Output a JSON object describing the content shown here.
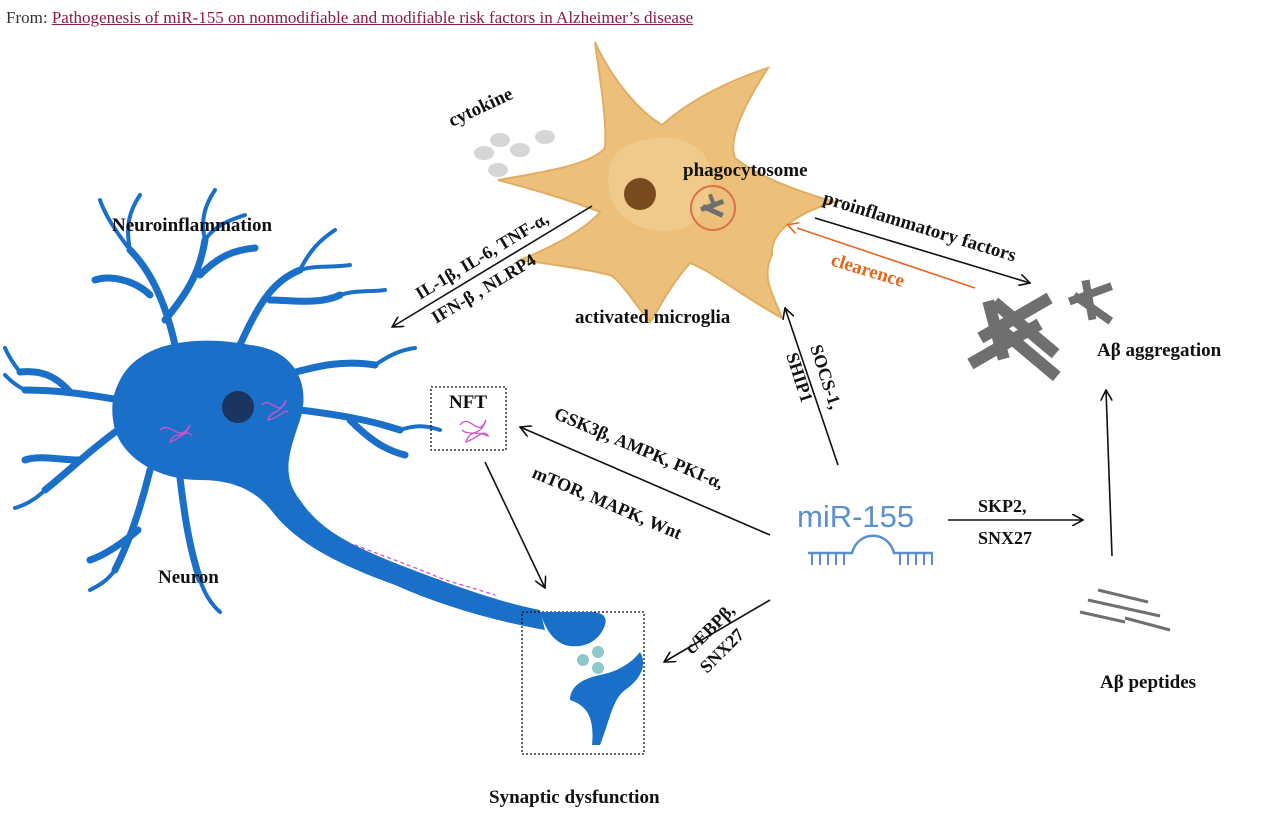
{
  "header": {
    "from_label": "From:",
    "article_title": "Pathogenesis of miR-155 on nonmodifiable and modifiable risk factors in Alzheimer’s disease"
  },
  "colors": {
    "neuron": "#1a6fc8",
    "microglia": "#ecc07a",
    "tangle": "#cc55cc",
    "amyloid": "#6f6f6f",
    "clearance": "#e8661a",
    "mirna": "#5b8fcf",
    "link": "#8b1a4a"
  },
  "labels": {
    "cytokine": "cytokine",
    "phagocytosome": "phagocytosome",
    "activated_microglia": "activated microglia",
    "neuroinflammation": "Neuroinflammation",
    "neuron": "Neuron",
    "nft": "NFT",
    "synaptic_dysfunction": "Synaptic dysfunction",
    "ab_aggregation": "Aβ aggregation",
    "ab_peptides": "Aβ peptides",
    "mir155": "miR-155"
  },
  "arrows": {
    "cytokines_line1": "IL-1β, IL-6, TNF-α,",
    "cytokines_line2": "IFN-β ,  NLRP4",
    "proinflammatory": "proinflammatory factors",
    "clearance": "clearence",
    "socs_line1": "SOCS-1,",
    "socs_line2": "SHIP1",
    "gsk_line1": "GSK3β, AMPK, PKI-α,",
    "gsk_line2": "mTOR, MAPK, Wnt",
    "skp_line1": "SKP2,",
    "skp_line2": "SNX27",
    "cebp_line1": "c/EBPβ,",
    "cebp_line2": "SNX27"
  },
  "icons": [
    "microglia-cell",
    "neuron-cell",
    "amyloid-aggregate",
    "amyloid-peptides",
    "synapse",
    "mirna-hairpin",
    "tau-tangle"
  ]
}
